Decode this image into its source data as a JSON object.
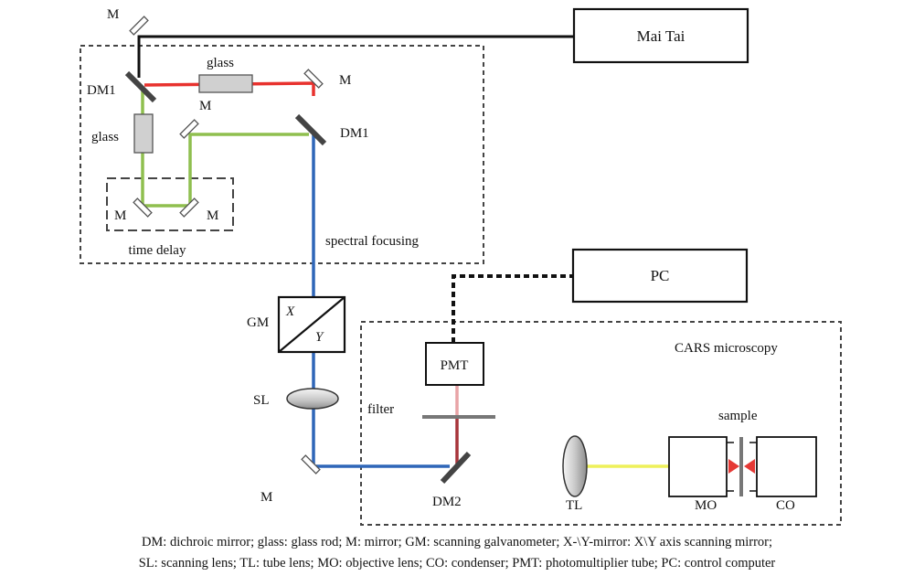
{
  "labels": {
    "mai_tai": "Mai Tai",
    "pc": "PC",
    "pmt": "PMT",
    "gm": "GM",
    "gm_x": "X",
    "gm_y": "Y",
    "sl": "SL",
    "tl": "TL",
    "mo": "MO",
    "co": "CO",
    "dm1": "DM1",
    "dm2": "DM2",
    "mirror": "M",
    "glass": "glass",
    "filter": "filter",
    "sample": "sample",
    "time_delay": "time delay",
    "spectral_focusing": "spectral focusing",
    "cars_microscopy": "CARS microscopy"
  },
  "caption": {
    "line1": "DM: dichroic mirror; glass: glass rod; M: mirror; GM: scanning galvanometer; X-\\Y-mirror: X\\Y axis scanning mirror;",
    "line2": "SL: scanning lens; TL: tube lens; MO: objective lens; CO: condenser; PMT: photomultiplier tube; PC: control computer"
  },
  "colors": {
    "beam_red": "#e8322e",
    "beam_green": "#8fbf4f",
    "beam_blue": "#2f66b8",
    "beam_black": "#111111",
    "beam_orange": "#f5a623",
    "beam_yellow": "#eef05a",
    "signal_pink": "#e8a3a6",
    "signal_dark_red": "#a7343a",
    "glass_fill": "#d0d0d0",
    "sample_red": "#e53935"
  }
}
